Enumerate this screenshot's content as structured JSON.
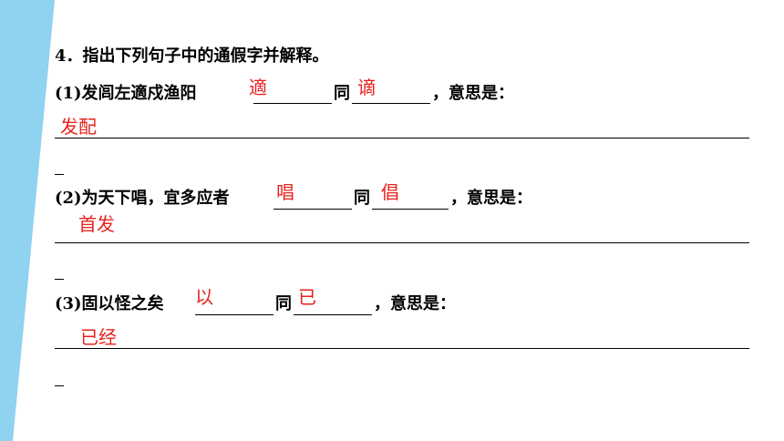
{
  "heading": "4．指出下列句子中的通假字并解释。",
  "questions": [
    {
      "sentence": "(1)发闾左適戍渔阳",
      "tongjia": "適",
      "same_as_label": "同",
      "original": "谪",
      "meaning_label": "，意思是：",
      "meaning": "发配"
    },
    {
      "sentence": "(2)为天下唱，宜多应者",
      "tongjia": "唱",
      "same_as_label": "同",
      "original": "倡",
      "meaning_label": "，意思是：",
      "meaning": "首发"
    },
    {
      "sentence": "(3)固以怪之矣",
      "tongjia": "以",
      "same_as_label": "同",
      "original": "已",
      "meaning_label": "，意思是：",
      "meaning": "已经"
    }
  ],
  "colors": {
    "answer": "#e8231f",
    "stripe": "#8fd3f0"
  }
}
